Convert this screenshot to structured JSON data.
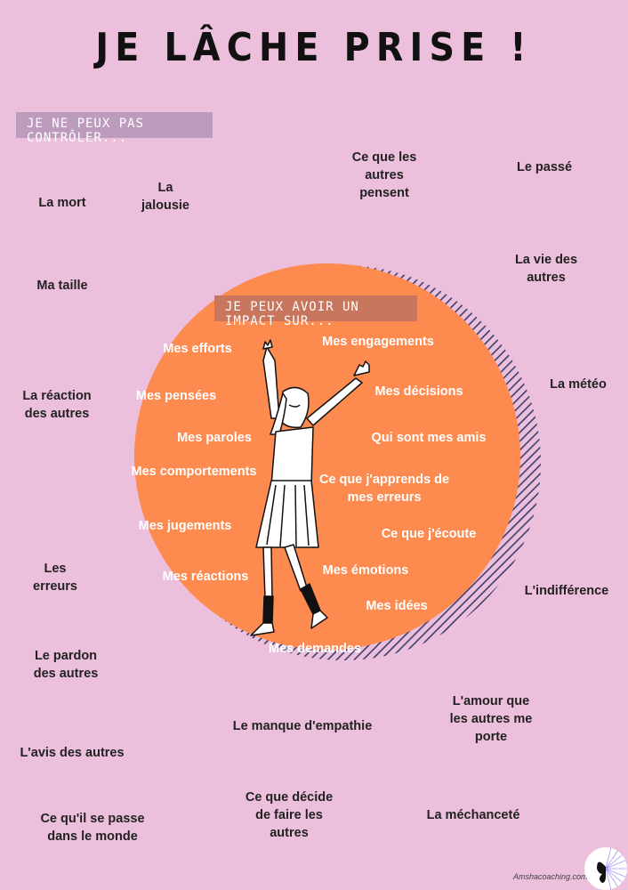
{
  "title": "JE LÂCHE PRISE !",
  "outside": {
    "heading": "JE NE PEUX PAS CONTRÔLER...",
    "items": [
      "La mort",
      "La jalousie",
      "Ce que les autres pensent",
      "Le passé",
      "Ma taille",
      "La vie des autres",
      "La réaction des autres",
      "La météo",
      "Les erreurs",
      "L'indifférence",
      "Le pardon des autres",
      "L'amour que les autres me porte",
      "Le manque d'empathie",
      "L'avis des autres",
      "Ce que décide de faire les autres",
      "La méchanceté",
      "Ce qu'il se passe dans le monde"
    ]
  },
  "inside": {
    "heading": "JE PEUX AVOIR UN IMPACT SUR...",
    "items": [
      "Mes efforts",
      "Mes engagements",
      "Mes pensées",
      "Mes décisions",
      "Mes paroles",
      "Qui sont mes amis",
      "Mes comportements",
      "Ce que j'apprends de mes erreurs",
      "Mes jugements",
      "Ce que j'écoute",
      "Mes réactions",
      "Mes émotions",
      "Mes idées",
      "Mes demandes"
    ]
  },
  "footer": {
    "credit": "Amshacoaching.com",
    "logo_icon": "butterfly-icon"
  },
  "colors": {
    "background": "#ecbfdc",
    "circle": "#fd8a4f",
    "hatch": "#3b3f6b",
    "outside_tag": "#bc9bbd",
    "inside_tag": "#c8775e"
  }
}
